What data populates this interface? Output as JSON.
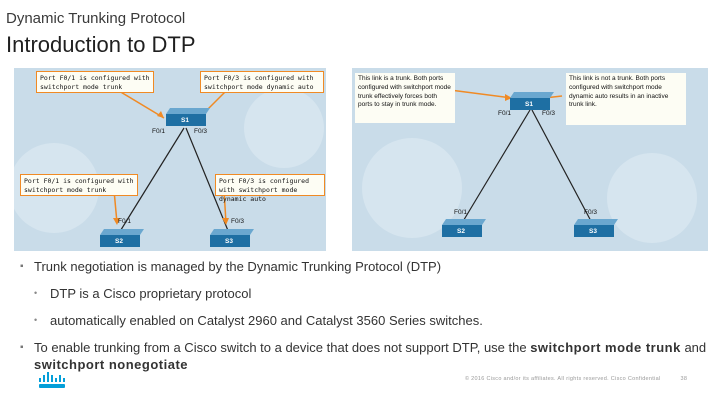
{
  "header": {
    "subtitle": "Dynamic Trunking Protocol",
    "title": "Introduction to DTP"
  },
  "left_diagram": {
    "callouts": [
      "Port F0/1 is configured with switchport mode trunk",
      "Port F0/3 is configured with switchport mode dynamic auto",
      "Port F0/1 is configured with switchport mode trunk",
      "Port F0/3 is configured with switchport mode dynamic auto"
    ],
    "ports": [
      "F0/1",
      "F0/3",
      "F0/1",
      "F0/3"
    ],
    "switches": [
      "S1",
      "S2",
      "S3"
    ]
  },
  "right_diagram": {
    "left_note": "This link is a trunk. Both ports configured with switchport mode trunk effectively forces both ports to stay in trunk mode.",
    "right_note": "This link is not a trunk. Both ports configured with switchport mode dynamic auto results in an inactive trunk link.",
    "ports": [
      "F0/1",
      "F0/3",
      "F0/1",
      "F0/3"
    ],
    "switches": [
      "S1",
      "S2",
      "S3"
    ]
  },
  "bullets": {
    "main1": "Trunk negotiation is managed by the Dynamic Trunking Protocol (DTP)",
    "sub1": "DTP is a Cisco proprietary protocol",
    "sub2": "automatically enabled on Catalyst 2960 and Catalyst 3560 Series switches.",
    "main2_prefix": "To enable trunking from a Cisco switch to a device that does not support DTP, use the ",
    "cmd1": "switchport mode trunk",
    "main2_mid": " and ",
    "cmd2": "switchport nonegotiate"
  },
  "footer": {
    "copyright": "© 2016  Cisco and/or its affiliates. All rights reserved.   Cisco Confidential",
    "page": "38"
  },
  "colors": {
    "accent_orange": "#f08a24",
    "diagram_bg": "#c9dce9",
    "switch_blue": "#1e6fa3",
    "cisco_blue": "#049fd9"
  }
}
